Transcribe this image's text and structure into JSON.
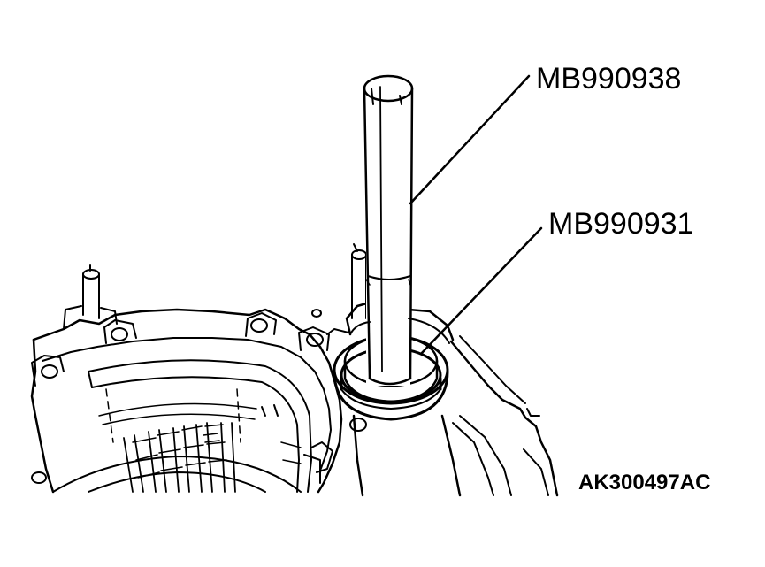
{
  "callouts": {
    "tool_1": "MB990938",
    "tool_2": "MB990931"
  },
  "figure_code": "AK300497AC",
  "colors": {
    "line": "#000000",
    "background": "#ffffff"
  }
}
